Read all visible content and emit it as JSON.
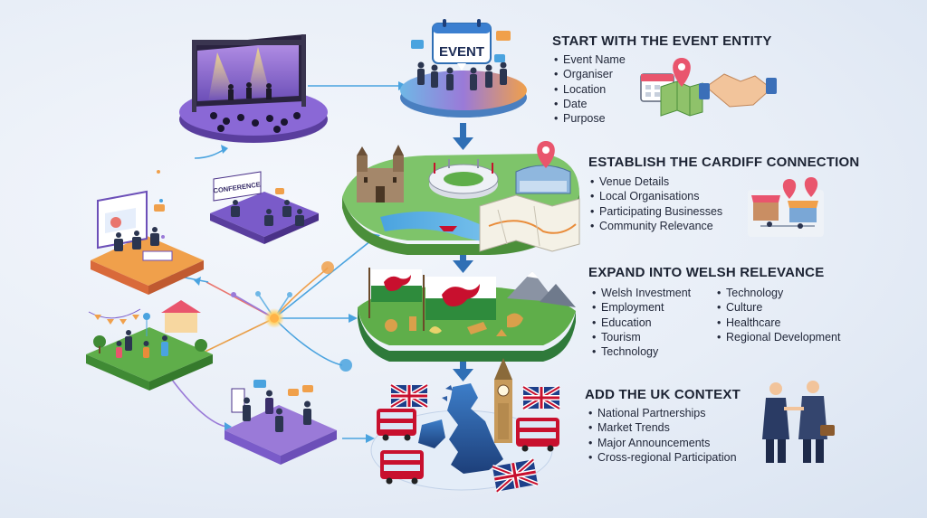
{
  "diagram": {
    "event_card_label": "EVENT",
    "conference_sign": "CONFERENCE"
  },
  "sections": [
    {
      "heading": "START WITH THE EVENT ENTITY",
      "items": [
        "Event Name",
        "Organiser",
        "Location",
        "Date",
        "Purpose"
      ]
    },
    {
      "heading": "ESTABLISH THE CARDIFF CONNECTION",
      "items": [
        "Venue Details",
        "Local Organisations",
        "Participating Businesses",
        "Community Relevance"
      ]
    },
    {
      "heading": "EXPAND INTO WELSH RELEVANCE",
      "items_left": [
        "Welsh Investment",
        "Employment",
        "Education",
        "Tourism",
        "Technology"
      ],
      "items_right": [
        "Technology",
        "Culture",
        "Healthcare",
        "Regional Development"
      ]
    },
    {
      "heading": "ADD THE UK CONTEXT",
      "items": [
        "National Partnerships",
        "Market Trends",
        "Major Announcements",
        "Cross-regional Participation"
      ]
    }
  ],
  "colors": {
    "heading": "#1c2333",
    "arrow_blue": "#2f6fb5",
    "welsh_red": "#c8102e",
    "welsh_green": "#2e8b3c",
    "platform_purple": "#7a5bc9",
    "platform_orange": "#e98c3a",
    "platform_green": "#5fae4a"
  },
  "icons": [
    "calendar-icon",
    "map-icon",
    "location-pin-icon",
    "handshake-icon",
    "storefront-icon",
    "welsh-flag-icon",
    "union-jack-icon",
    "big-ben-icon",
    "double-decker-bus-icon",
    "stadium-icon",
    "castle-icon"
  ]
}
